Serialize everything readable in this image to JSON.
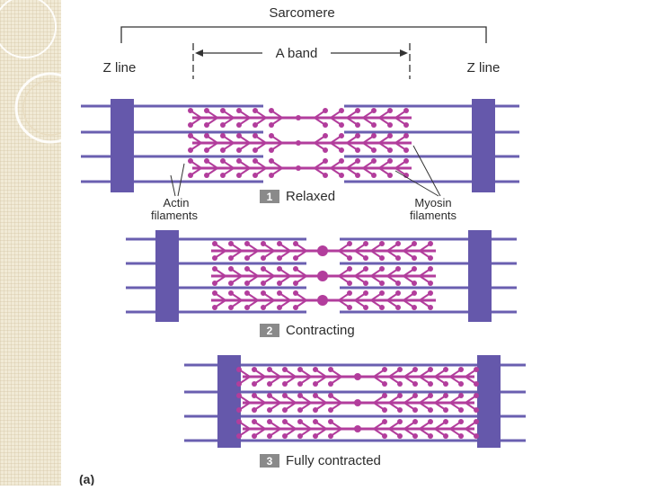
{
  "diagram": {
    "sarcomere_label": "Sarcomere",
    "a_band_label": "A band",
    "z_line_left": "Z line",
    "z_line_right": "Z line",
    "actin_label_line1": "Actin",
    "actin_label_line2": "filaments",
    "myosin_label_line1": "Myosin",
    "myosin_label_line2": "filaments",
    "panel_label": "(a)",
    "stages": [
      {
        "number": "1",
        "label": "Relaxed"
      },
      {
        "number": "2",
        "label": "Contracting"
      },
      {
        "number": "3",
        "label": "Fully contracted"
      }
    ],
    "colors": {
      "actin_line": "#6a5fb0",
      "z_disc": "#6558ab",
      "myosin": "#b23d9c",
      "badge": "#8a8a8a",
      "annotation": "#333333",
      "side_strip": "#f1ead6"
    }
  }
}
